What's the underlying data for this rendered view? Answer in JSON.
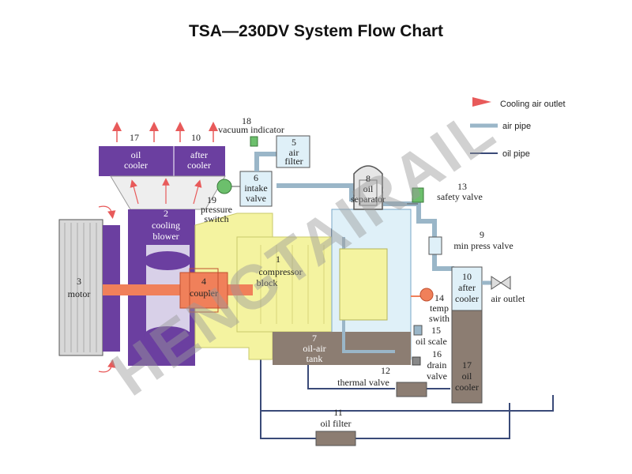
{
  "title": "TSA—230DV System Flow Chart",
  "watermark": "HENGTAIRAIL",
  "legend": {
    "cooling_air_outlet": "Cooling air outlet",
    "air_pipe": "air pipe",
    "oil_pipe": "oil pipe"
  },
  "components": {
    "c1": {
      "num": "1",
      "line1": "compressor",
      "line2": "block"
    },
    "c2": {
      "num": "2",
      "line1": "cooling",
      "line2": "blower"
    },
    "c3": {
      "num": "3",
      "line1": "motor"
    },
    "c4": {
      "num": "4",
      "line1": "coupler"
    },
    "c5": {
      "num": "5",
      "line1": "air",
      "line2": "filter"
    },
    "c6": {
      "num": "6",
      "line1": "intake",
      "line2": "valve"
    },
    "c7": {
      "num": "7",
      "line1": "oil-air",
      "line2": "tank"
    },
    "c8": {
      "num": "8",
      "line1": "oil",
      "line2": "separator"
    },
    "c9": {
      "num": "9",
      "line1": "min  press valve"
    },
    "c10a": {
      "num": "10",
      "line1": "after",
      "line2": "cooler"
    },
    "c10b": {
      "num": "10",
      "line1": "after",
      "line2": "cooler"
    },
    "c11": {
      "num": "11",
      "line1": "oil filter"
    },
    "c12": {
      "num": "12",
      "line1": "thermal valve"
    },
    "c13": {
      "num": "13",
      "line1": "safety valve"
    },
    "c14": {
      "num": "14",
      "line1": "temp",
      "line2": "swith"
    },
    "c15": {
      "num": "15",
      "line1": "oil scale"
    },
    "c16": {
      "num": "16",
      "line1": "drain",
      "line2": "valve"
    },
    "c17a": {
      "num": "17",
      "line1": "oil",
      "line2": "cooler"
    },
    "c17b": {
      "num": "17",
      "line1": "oil",
      "line2": "cooler"
    },
    "c18": {
      "num": "18",
      "line1": "vacuum indicator"
    },
    "c19": {
      "num": "19",
      "line1": "pressure",
      "line2": "switch"
    }
  },
  "air_outlet": "air outlet",
  "colors": {
    "purple": "#6b3fa0",
    "yellow": "#f4f3a0",
    "light_blue": "#dff0f8",
    "brown": "#8c7d72",
    "orange": "#f0805a",
    "arrow_red": "#e85a5a",
    "green": "#6cbf6c"
  }
}
